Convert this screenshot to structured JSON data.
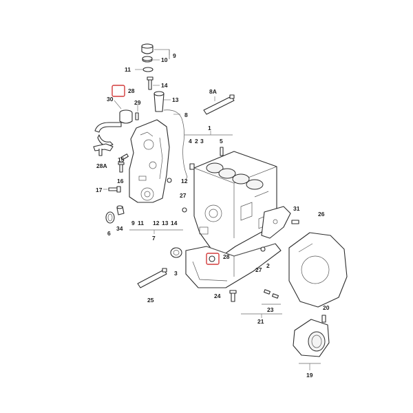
{
  "diagram": {
    "highlight_color": "#d23a3a",
    "line_color": "#2b2b2b",
    "callouts": {
      "c9": "9",
      "c10": "10",
      "c11": "11",
      "c14": "14",
      "c28a": "28",
      "c30": "30",
      "c29": "29",
      "c13": "13",
      "c8": "8",
      "c8a": "8A",
      "c1": "1",
      "c4": "4",
      "c2": "2",
      "c3": "3",
      "c5": "5",
      "c12": "12",
      "c15": "15",
      "c16": "16",
      "c17": "17",
      "c28A": "28A",
      "c27a": "27",
      "c6": "6",
      "c34": "34",
      "c9b": "9",
      "c11b": "11",
      "c12b": "12",
      "c13b": "13",
      "c14b": "14",
      "c7": "7",
      "c31": "31",
      "c26": "26",
      "c28b": "28",
      "c27b": "27",
      "c2b": "2",
      "c3b": "3",
      "c25": "25",
      "c24": "24",
      "c23": "23",
      "c21": "21",
      "c20": "20",
      "c19": "19"
    }
  }
}
